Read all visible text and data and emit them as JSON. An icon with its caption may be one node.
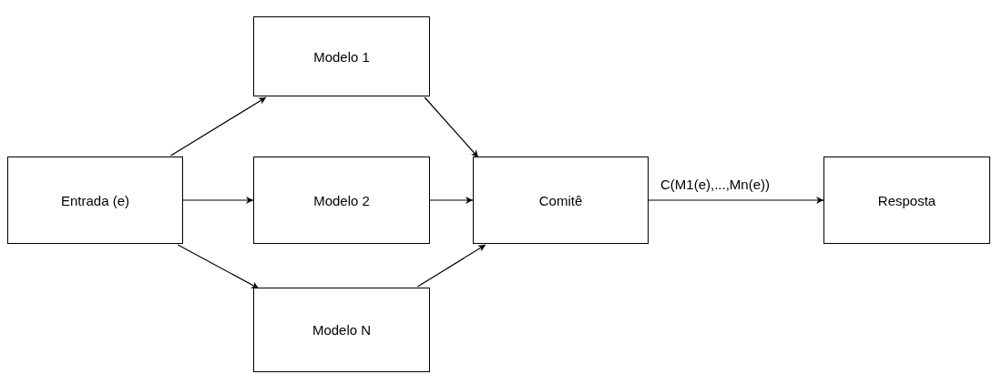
{
  "diagram": {
    "nodes": [
      {
        "text": [
          "Entrada (e)"
        ]
      },
      {
        "text": [
          "Modelo 1"
        ]
      },
      {
        "text": [
          "Modelo 2"
        ]
      },
      {
        "text": [
          "Modelo N"
        ]
      },
      {
        "text": [
          "Comitê"
        ]
      },
      {
        "text": [
          "Resposta"
        ]
      }
    ],
    "edges": [
      {
        "from": 0,
        "to": 1,
        "arrow": "to"
      },
      {
        "from": 0,
        "to": 2,
        "arrow": "to"
      },
      {
        "from": 0,
        "to": 3,
        "arrow": "to"
      },
      {
        "from": 1,
        "to": 4,
        "arrow": "to"
      },
      {
        "from": 2,
        "to": 4,
        "arrow": "to"
      },
      {
        "from": 3,
        "to": 4,
        "arrow": "to"
      },
      {
        "from": 4,
        "to": 5,
        "label": "C(M1(e),...,Mn(e))",
        "arrow": "to"
      }
    ]
  }
}
